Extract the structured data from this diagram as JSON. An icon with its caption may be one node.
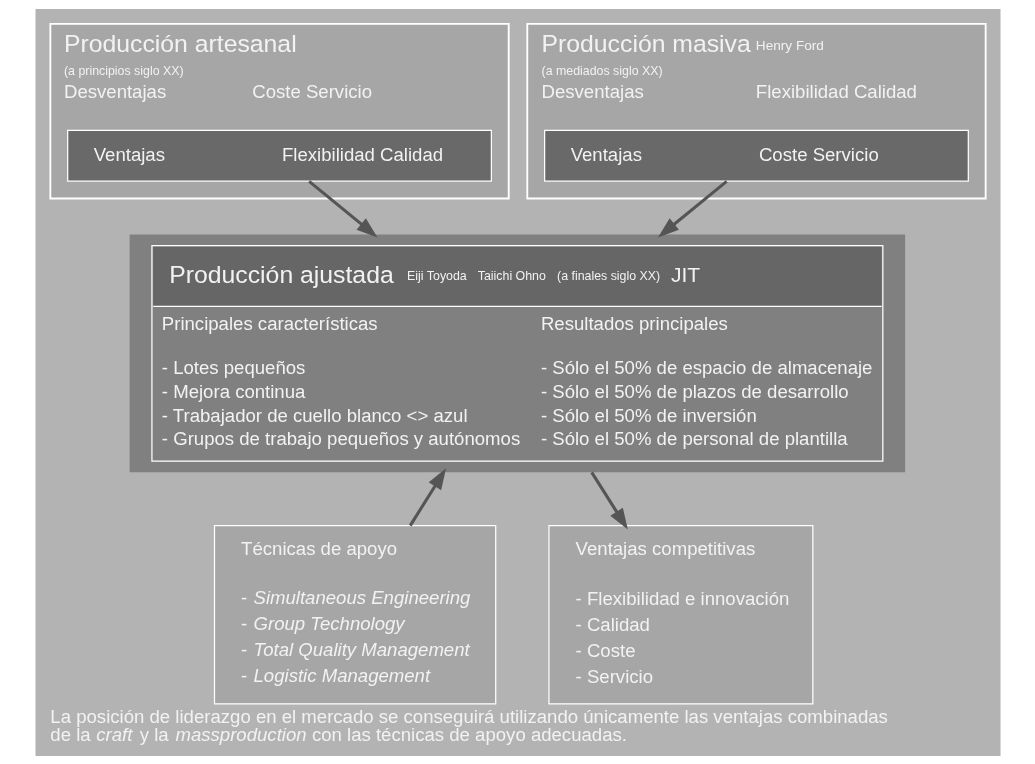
{
  "diagram": {
    "caption": "La posición de liderazgo en el mercado se conseguirá utilizando únicamente las ventajas combinadas de la *craft* y la *massproduction* con las técnicas de apoyo adecuadas.",
    "nodes": [
      {
        "text": [
          "Producción artesanal",
          "(a principios siglo XX)",
          "Desventajas",
          "Coste Servicio"
        ]
      },
      {
        "text": [
          "Ventajas",
          "Flexibilidad Calidad"
        ],
        "in": 0
      },
      {
        "text": [
          "Producción masiva",
          "Henry Ford",
          "(a mediados siglo XX)",
          "Desventajas",
          "Flexibilidad Calidad"
        ]
      },
      {
        "text": [
          "Ventajas",
          "Coste Servicio"
        ],
        "in": 2
      },
      {
        "text": [
          "Producción ajustada",
          "Eiji Toyoda",
          "Taiichi Ohno",
          "(a finales siglo XX)",
          "JIT",
          "Principales características",
          "- Lotes pequeños",
          "- Mejora continua",
          "- Trabajador de cuello blanco <> azul",
          "- Grupos de trabajo pequeños y autónomos",
          "Resultados principales",
          "- Sólo el 50% de espacio de almacenaje",
          "- Sólo el 50% de plazos de desarrollo",
          "- Sólo el 50% de inversión",
          "- Sólo el 50% de personal de plantilla"
        ]
      },
      {
        "text": [
          "Técnicas de apoyo",
          "- *Simultaneous Engineering*",
          "- *Group Technology*",
          "- *Total Quality Management*",
          "- *Logistic Management*"
        ]
      },
      {
        "text": [
          "Ventajas competitivas",
          "- Flexibilidad e innovación",
          "- Calidad",
          "- Coste",
          "- Servicio"
        ]
      }
    ],
    "edges": [
      {
        "from": 1,
        "to": 4,
        "arrow": "to"
      },
      {
        "from": 3,
        "to": 4,
        "arrow": "to"
      },
      {
        "from": 5,
        "to": 4,
        "arrow": "to"
      },
      {
        "from": 4,
        "to": 6,
        "arrow": "to"
      }
    ]
  }
}
